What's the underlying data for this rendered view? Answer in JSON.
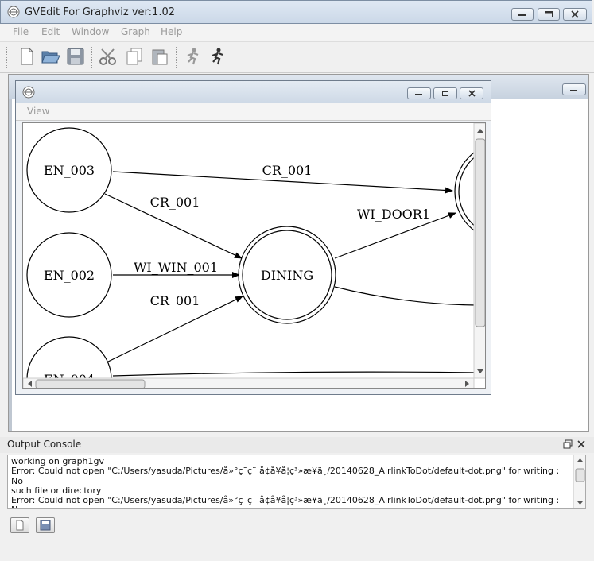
{
  "window": {
    "title": "GVEdit For Graphviz ver:1.02"
  },
  "menubar": {
    "items": [
      "File",
      "Edit",
      "Window",
      "Graph",
      "Help"
    ]
  },
  "child_window": {
    "menu": {
      "view_label": "View"
    }
  },
  "graph": {
    "nodes": {
      "en003": "EN_003",
      "en002": "EN_002",
      "en004": "EN_004",
      "dining": "DINING"
    },
    "edge_labels": {
      "cr1": "CR_001",
      "cr2": "CR_001",
      "win": "WI_WIN_001",
      "cr3": "CR_001",
      "door": "WI_DOOR1"
    }
  },
  "console": {
    "title": "Output Console",
    "text": "working on graph1gv\nError: Could not open \"C:/Users/yasuda/Pictures/å»°ç¯ç¨ å¢å¥å¦ç³»æ¥ä¸/20140628_AirlinkToDot/default-dot.png\" for writing : No\nsuch file or directory\nError: Could not open \"C:/Users/yasuda/Pictures/å»°ç¯ç¨ å¢å¥å¦ç³»æ¥ä¸/20140628_AirlinkToDot/default-dot.png\" for writing : No\nsuch file or directory\nError: Could not open \"C:/Users/yasuda/Pictures/å»°ç¯ç¨ å¢å¥å¦ç³»æ¥ä¸/20140628_AirlinkToDot/sfdg.png\" for writing : No such file"
  }
}
